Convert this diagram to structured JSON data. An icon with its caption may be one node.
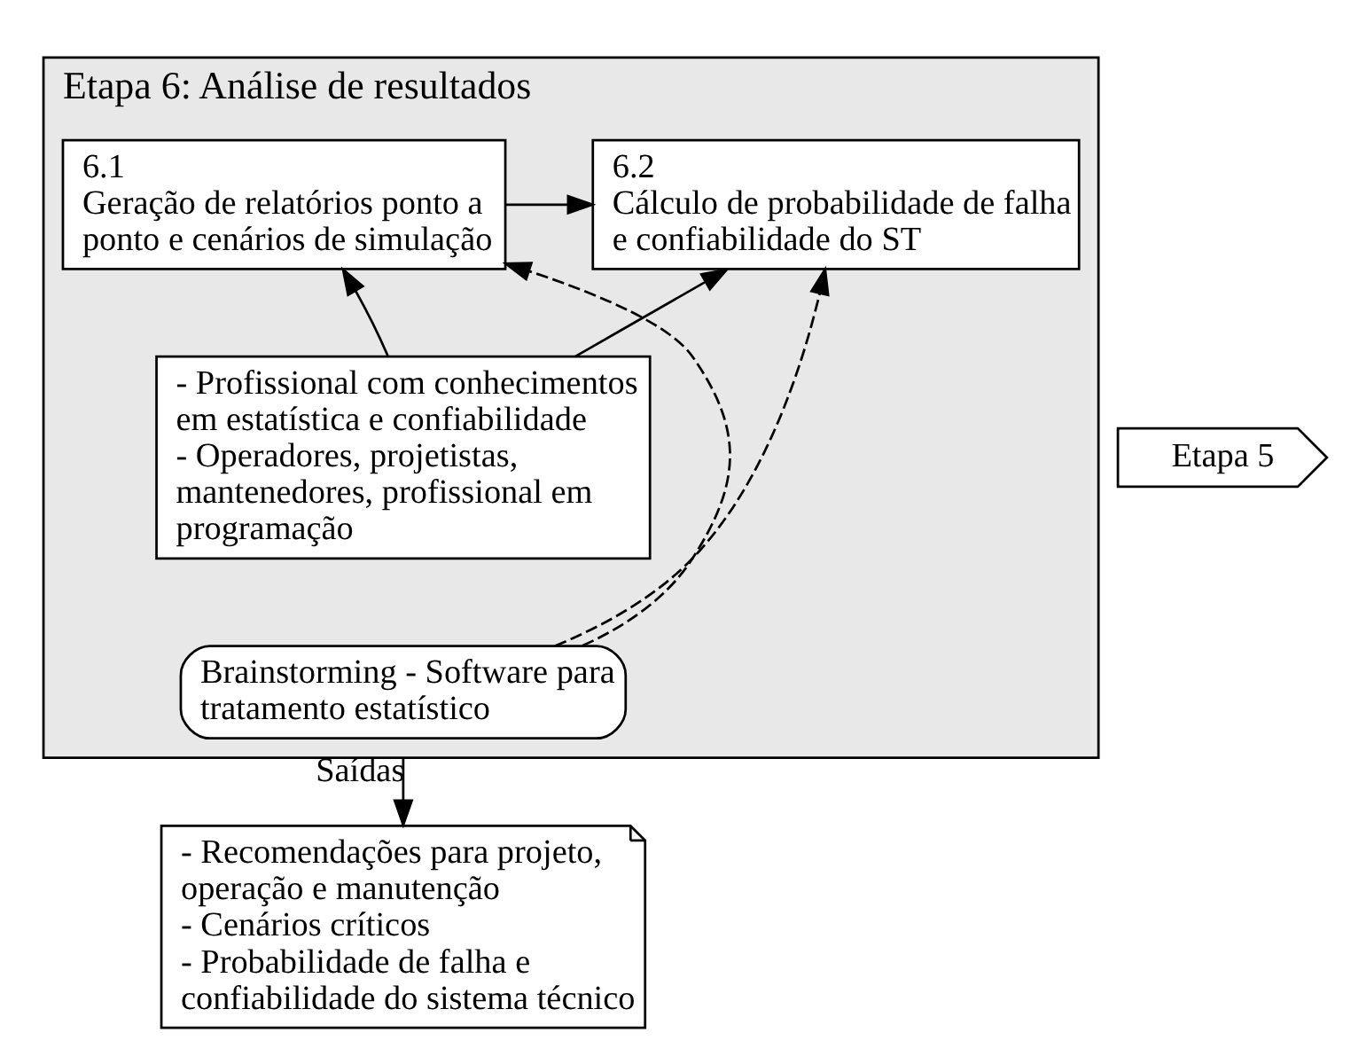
{
  "diagram": {
    "nodes": [
      {
        "text": [
          "Etapa 6: Análise de resultados"
        ]
      },
      {
        "text": [
          "6.1",
          "Geração de relatórios ponto a ponto e cenários de simulação"
        ],
        "in": 0
      },
      {
        "text": [
          "6.2",
          "Cálculo de probabilidade de falha e confiabilidade do ST"
        ],
        "in": 0
      },
      {
        "text": [
          "- Profissional com conhecimentos em estatística e confiabilidade",
          "- Operadores, projetistas, mantenedores, profissional em programação"
        ],
        "in": 0
      },
      {
        "text": [
          "Brainstorming - Software para tratamento estatístico"
        ],
        "in": 0
      },
      {
        "text": [
          "Etapa 5"
        ]
      },
      {
        "text": [
          "- Recomendações para projeto, operação e manutenção",
          "- Cenários críticos",
          "- Probabilidade de falha e confiabilidade do sistema técnico"
        ]
      }
    ],
    "edges": [
      {
        "from": 1,
        "to": 2,
        "arrow": "to"
      },
      {
        "from": 3,
        "to": 1,
        "arrow": "to"
      },
      {
        "from": 3,
        "to": 2,
        "arrow": "to"
      },
      {
        "from": 4,
        "to": 1,
        "arrow": "to",
        "style": "dashed"
      },
      {
        "from": 4,
        "to": 2,
        "arrow": "to",
        "style": "dashed"
      },
      {
        "from": 0,
        "to": 6,
        "arrow": "to",
        "label": "Saídas"
      }
    ]
  }
}
